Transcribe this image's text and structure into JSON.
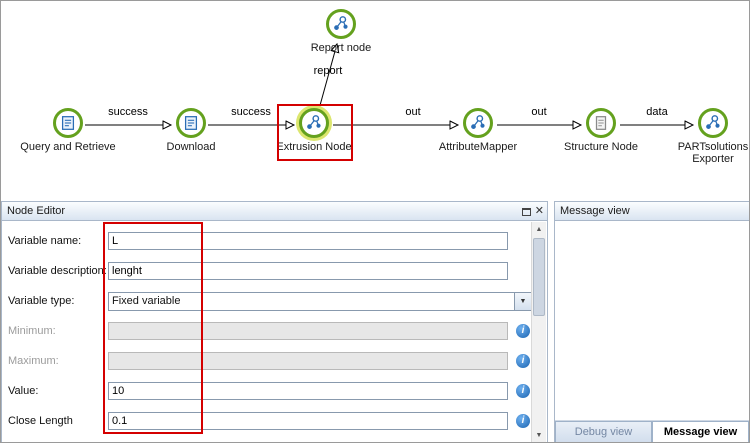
{
  "canvas": {
    "nodes": [
      {
        "label": "Report node"
      },
      {
        "label": "Query and Retrieve"
      },
      {
        "label": "Download"
      },
      {
        "label": "Extrusion Node"
      },
      {
        "label": "AttributeMapper"
      },
      {
        "label": "Structure Node"
      },
      {
        "label": "PARTsolutions Exporter"
      }
    ],
    "edges": [
      {
        "label": "success"
      },
      {
        "label": "success"
      },
      {
        "label": "out"
      },
      {
        "label": "out"
      },
      {
        "label": "data"
      },
      {
        "label": "report"
      }
    ]
  },
  "node_editor": {
    "title": "Node Editor",
    "fields": [
      {
        "label": "Variable name:",
        "value": "L"
      },
      {
        "label": "Variable description:",
        "value": "lenght"
      },
      {
        "label": "Variable type:",
        "value": "Fixed variable"
      },
      {
        "label": "Minimum:",
        "value": ""
      },
      {
        "label": "Maximum:",
        "value": ""
      },
      {
        "label": "Value:",
        "value": "10"
      },
      {
        "label": "Close Length",
        "value": "0.1"
      }
    ]
  },
  "message_view": {
    "title": "Message view",
    "tabs": [
      {
        "label": "Debug view"
      },
      {
        "label": "Message view"
      }
    ]
  },
  "colors": {
    "node_ring_green": "#64a11e",
    "accent_blue": "#1f5fa0",
    "highlight_red": "#d40000"
  }
}
